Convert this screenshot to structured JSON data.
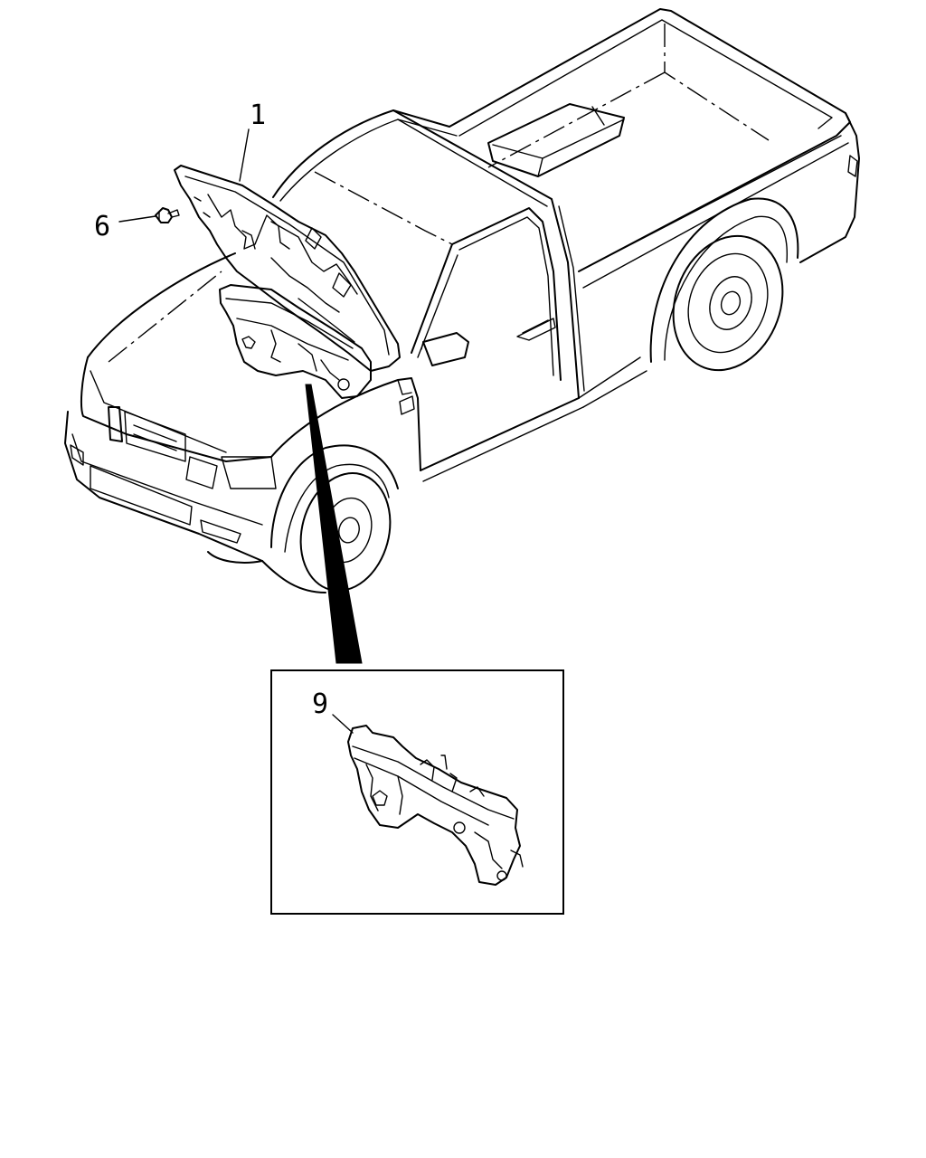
{
  "callouts": {
    "hood_insulator": "1",
    "clip": "6",
    "bracket": "9"
  },
  "colors": {
    "line": "#000000",
    "background": "#ffffff"
  }
}
